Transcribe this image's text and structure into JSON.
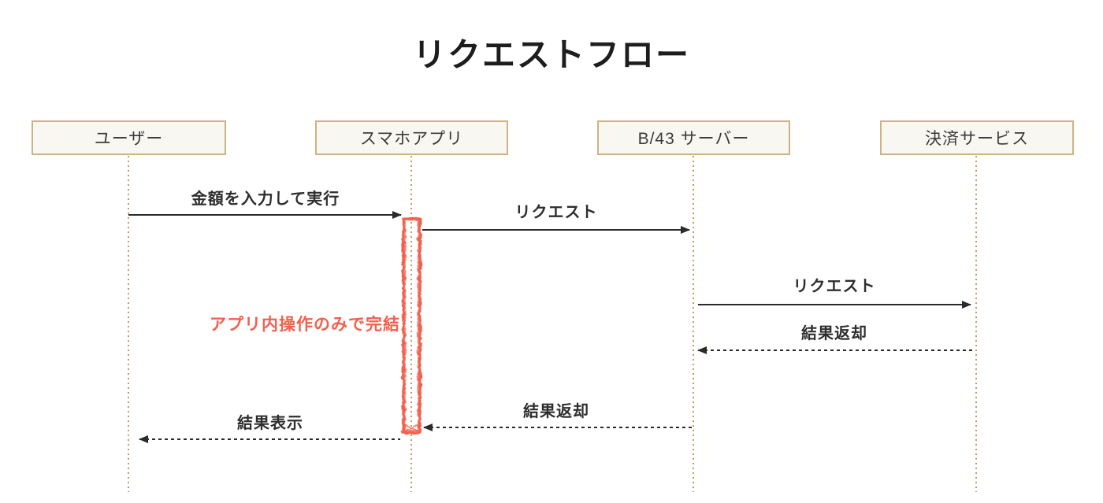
{
  "title": "リクエストフロー",
  "participants": [
    {
      "id": "user",
      "label": "ユーザー"
    },
    {
      "id": "app",
      "label": "スマホアプリ"
    },
    {
      "id": "b43-server",
      "label": "B/43 サーバー"
    },
    {
      "id": "payment-service",
      "label": "決済サービス"
    }
  ],
  "messages": [
    {
      "label": "金額を入力して実行",
      "from": "user",
      "to": "app",
      "line": "solid",
      "direction": "right"
    },
    {
      "label": "リクエスト",
      "from": "app",
      "to": "b43-server",
      "line": "solid",
      "direction": "right"
    },
    {
      "label": "リクエスト",
      "from": "b43-server",
      "to": "payment-service",
      "line": "solid",
      "direction": "right"
    },
    {
      "label": "結果返却",
      "from": "payment-service",
      "to": "b43-server",
      "line": "dashed",
      "direction": "left"
    },
    {
      "label": "結果返却",
      "from": "b43-server",
      "to": "app",
      "line": "dashed",
      "direction": "left"
    },
    {
      "label": "結果表示",
      "from": "app",
      "to": "user",
      "line": "dashed",
      "direction": "left"
    }
  ],
  "note": {
    "label": "アプリ内操作のみで完結",
    "attached_to": "app-activation"
  },
  "activation": {
    "participant": "app",
    "style": "hand-drawn-red-outline"
  },
  "colors": {
    "background": "#ffffff",
    "title_text": "#1d1d1d",
    "message_text": "#2e2e2e",
    "arrow": "#2a2a2a",
    "participant_fill": "#f9f7f2",
    "participant_border": "#cdb383",
    "lifeline": "#c49a63",
    "accent_red": "#f2604d"
  }
}
